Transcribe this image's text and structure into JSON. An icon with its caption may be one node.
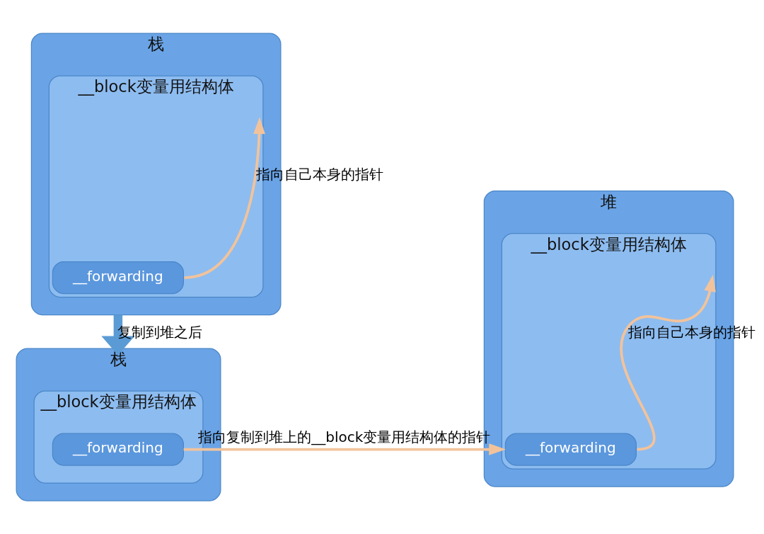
{
  "diagram": {
    "nodes": [
      {
        "text": [
          "栈"
        ]
      },
      {
        "text": [
          "__block变量用结构体"
        ],
        "in": 0
      },
      {
        "text": [
          "__forwarding"
        ],
        "in": 1
      },
      {
        "text": [
          "栈"
        ]
      },
      {
        "text": [
          "__block变量用结构体"
        ],
        "in": 3
      },
      {
        "text": [
          "__forwarding"
        ],
        "in": 4
      },
      {
        "text": [
          "堆"
        ]
      },
      {
        "text": [
          "__block变量用结构体"
        ],
        "in": 6
      },
      {
        "text": [
          "__forwarding"
        ],
        "in": 7
      }
    ],
    "edges": [
      {
        "from": 2,
        "to": 1,
        "arrow": "to",
        "label": "指向自己本身的指针"
      },
      {
        "from": 0,
        "to": 3,
        "arrow": "to",
        "label": "复制到堆之后",
        "style": "thick",
        "color": "#5b9bd5"
      },
      {
        "from": 5,
        "to": 7,
        "arrow": "to",
        "label": "指向复制到堆上的__block变量用结构体的指针"
      },
      {
        "from": 8,
        "to": 7,
        "arrow": "to",
        "label": "指向自己本身的指针"
      }
    ]
  }
}
